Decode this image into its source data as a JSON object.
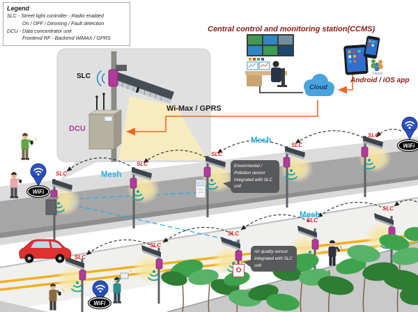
{
  "legend": {
    "title": "Legend",
    "line1": "SLC  - Street light controller - Radio enabled",
    "line2": "On / OFF / Dimming / Fault detection",
    "line3": "DCU - Data concentrator unit",
    "line4": "Frontend RF - Backend WiMAX / GPRS"
  },
  "ccms": {
    "title": "Central control and monitoring station(CCMS)"
  },
  "cloud_label": "Cloud",
  "app": {
    "label": "Android / iOS app",
    "users": "Users"
  },
  "network": {
    "wimax": "Wi-Max / GPRS",
    "mesh": "Mesh",
    "wifi": "WiFi"
  },
  "labels": {
    "slc": "SLC",
    "dcu": "DCU"
  },
  "callouts": {
    "env": "Enviormental / Pollution sensor integrated with SLC unit",
    "air": "Air quality sensor integrated with SLC unit",
    "air_glyph": "O"
  },
  "colors": {
    "accent_red": "#8b1b12",
    "slc_red": "#e8262a",
    "magenta": "#b13a9c",
    "mesh_blue": "#29abe2",
    "teal": "#14a0a8",
    "orange": "#f26522",
    "cloud_blue": "#4aa3dd"
  }
}
